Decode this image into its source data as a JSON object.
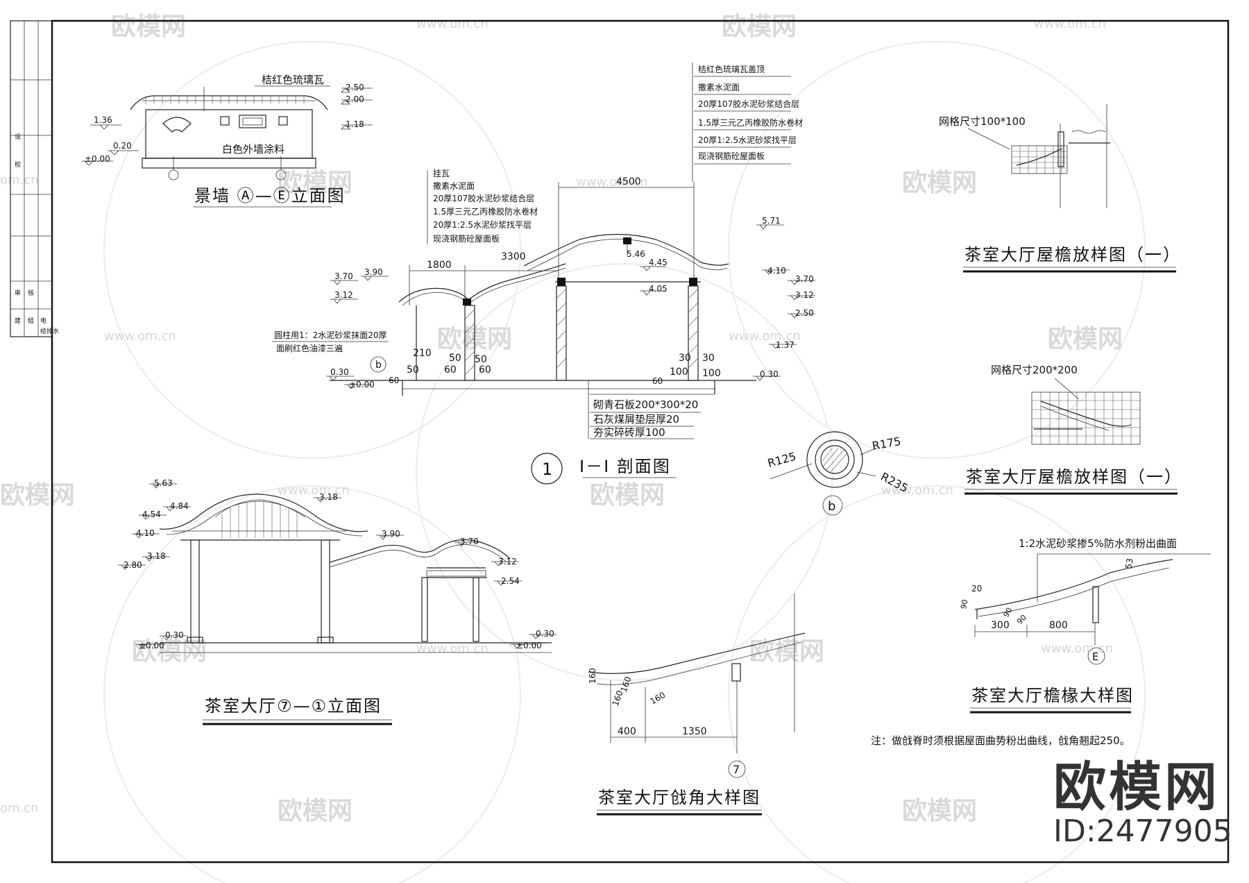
{
  "watermarks": {
    "brand": "欧模网",
    "site": "www.om.cn",
    "site_short": "om.cn"
  },
  "brand_mark": {
    "name": "欧模网",
    "id": "ID:2477905"
  },
  "wall": {
    "title": "景墙 Ⓐ—Ⓔ立面图",
    "tile_label": "桔红色琉璃瓦",
    "paint_label": "白色外墙涂料",
    "levels": [
      "2.50",
      "2.00",
      "1.18",
      "1.36",
      "0.20",
      "±0.00"
    ]
  },
  "section": {
    "number": "1",
    "title": "I－I 剖面图",
    "left_layers": [
      "挂瓦",
      "撒素水泥面",
      "20厚107胶水泥砂浆结合层",
      "1.5厚三元乙丙橡胶防水卷材",
      "20厚1:2.5水泥砂浆找平层",
      "现浇钢筋砼屋面板"
    ],
    "right_layers": [
      "桔红色琉璃瓦盖顶",
      "撒素水泥面",
      "20厚107胶水泥砂浆结合层",
      "1.5厚三元乙丙橡胶防水卷材",
      "20厚1:2.5水泥砂浆找平层",
      "现浇钢筋砼屋面板"
    ],
    "floor_layers": [
      "砌青石板200*300*20",
      "石灰煤屑垫层厚20",
      "夯实碎砖厚100"
    ],
    "column_note": [
      "圆柱用1：2水泥砂浆抹面20厚",
      "面刷红色油漆三遍"
    ],
    "dims": [
      "4500",
      "1800",
      "3300",
      "210",
      "50",
      "60",
      "60",
      "50",
      "50",
      "60",
      "30",
      "30",
      "100",
      "100",
      "60"
    ],
    "levels_left": [
      "3.70",
      "3.90",
      "3.12",
      "0.30",
      "±0.00"
    ],
    "levels_mid": [
      "5.46",
      "4.45",
      "4.05"
    ],
    "levels_right": [
      "5.71",
      "4.10",
      "3.70",
      "3.12",
      "2.50",
      "1.37",
      "0.30"
    ],
    "callout": "b"
  },
  "detail_b": {
    "label": "b",
    "radii": [
      "R125",
      "R175",
      "R235"
    ]
  },
  "elevation": {
    "title": "茶室大厅⑦—①立面图",
    "levels_left": [
      "5.63",
      "4.84",
      "4.54",
      "4.10",
      "3.18",
      "2.80",
      "0.30",
      "±0.00"
    ],
    "levels_mid": [
      "3.18",
      "3.90"
    ],
    "levels_right": [
      "3.70",
      "3.12",
      "2.54",
      "0.30",
      "±0.00"
    ]
  },
  "eave1": {
    "title": "茶室大厅屋檐放样图（一）",
    "grid": "网格尺寸100*100"
  },
  "eave2": {
    "title": "茶室大厅屋檐放样图（一）",
    "grid": "网格尺寸200*200"
  },
  "rafter": {
    "title": "茶室大厅檐椽大样图",
    "note": "1:2水泥砂浆掺5%防水剂粉出曲面",
    "dims": [
      "300",
      "800",
      "20",
      "53",
      "90",
      "90",
      "90"
    ],
    "axis": "E"
  },
  "corner": {
    "title": "茶室大厅戗角大样图",
    "dims": [
      "400",
      "1350",
      "160",
      "160",
      "160",
      "160"
    ],
    "axis": "7"
  },
  "footnote": "注：做戗脊时须根据屋面曲势粉出曲线，戗角翘起250。",
  "titleblock": [
    "建",
    "结",
    "电",
    "给排水",
    "审",
    "核",
    "校",
    "设"
  ]
}
